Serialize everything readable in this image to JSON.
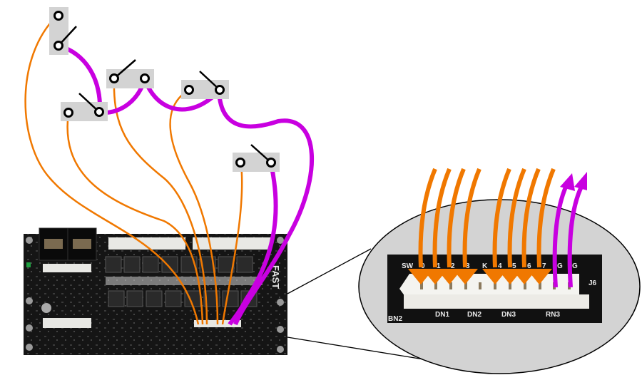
{
  "diagram": {
    "title": "Switch matrix wiring to I/O board connector",
    "colors": {
      "switch_wire": "#f07800",
      "common_wire": "#c800e0",
      "switch_bg": "#d3d3d3",
      "board": "#151515",
      "callout_fill": "#d3d3d3",
      "connector": "#f2f2ee"
    },
    "switches": [
      {
        "id": "sw1",
        "orientation": "vertical",
        "state": "open"
      },
      {
        "id": "sw2",
        "orientation": "horizontal",
        "state": "open"
      },
      {
        "id": "sw3",
        "orientation": "horizontal",
        "state": "open"
      },
      {
        "id": "sw4",
        "orientation": "horizontal",
        "state": "open"
      },
      {
        "id": "sw5",
        "orientation": "horizontal",
        "state": "open"
      }
    ],
    "board": {
      "brand_label": "FAST",
      "connector_labels": [
        "SW",
        "0",
        "1",
        "2",
        "3",
        "K",
        "4",
        "5",
        "6",
        "7",
        "G",
        "G"
      ],
      "bottom_labels": [
        "BN2",
        "DN1",
        "DN2",
        "DN3",
        "RN3"
      ],
      "side_label": "J6"
    },
    "callout": {
      "inputs_count": 8,
      "grounds_count": 2
    }
  }
}
